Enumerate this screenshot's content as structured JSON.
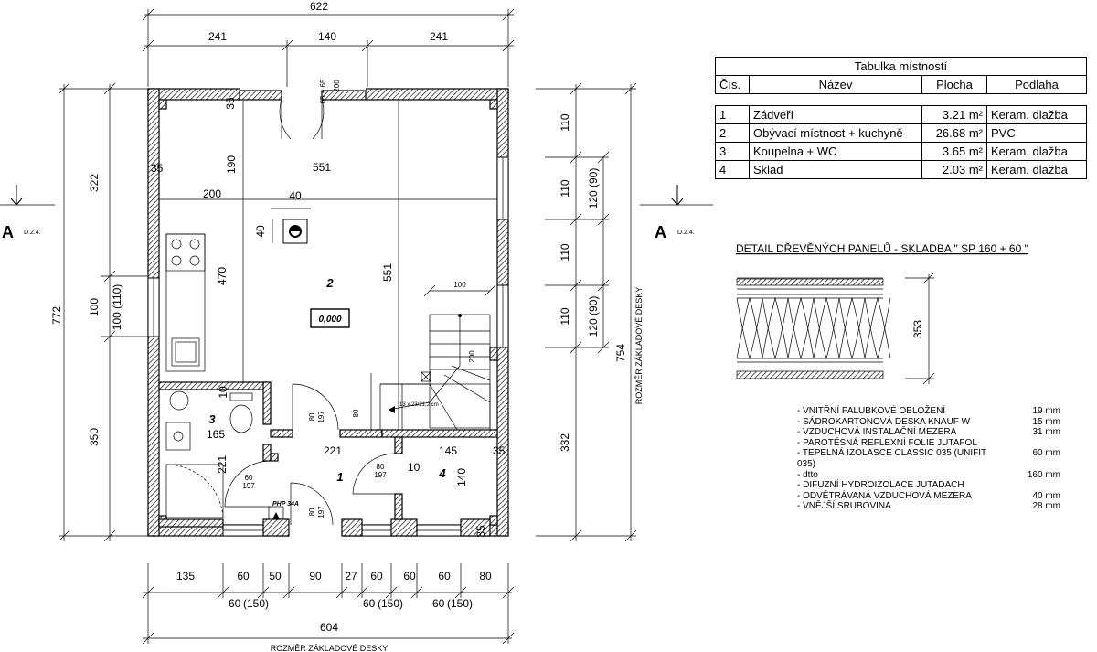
{
  "dims": {
    "top_total": "622",
    "top_a": "241",
    "top_b": "140",
    "top_c": "241",
    "door_top_a": "65 + 65",
    "door_top_b": "200",
    "left_total": "772",
    "left_a": "322",
    "left_b": "100",
    "left_b2": "100 (110)",
    "left_c": "350",
    "right_a": "110",
    "right_b": "110",
    "right_c": "110",
    "right_d": "110",
    "right_w1": "120 (90)",
    "right_w2": "120 (90)",
    "right_e": "332",
    "right_total": "754",
    "bot_1": "135",
    "bot_2": "60",
    "bot_3": "50",
    "bot_4": "90",
    "bot_5": "27",
    "bot_6": "60",
    "bot_7": "60",
    "bot_8": "60",
    "bot_9": "80",
    "bot_w1": "60",
    "bot_w1b": "(150)",
    "bot_w2": "60",
    "bot_w2b": "(150)",
    "bot_w3": "60",
    "bot_w3b": "(150)",
    "bot_total": "604",
    "in_35a": "35",
    "in_35b": "35",
    "in_35c": "35",
    "in_35d": "35",
    "in_190": "190",
    "in_551h": "551",
    "in_200": "200",
    "in_40a": "40",
    "in_40b": "40",
    "in_470": "470",
    "in_551v": "551",
    "in_100": "100",
    "in_200s": "200",
    "in_10a": "10",
    "in_165": "165",
    "in_221a": "221",
    "in_221b": "221",
    "in_145": "145",
    "in_10b": "10",
    "in_140": "140",
    "door_80a": "80",
    "door_197a": "197",
    "door_80b": "80",
    "door_80c": "80",
    "door_197c": "197",
    "door_60": "60",
    "door_197d": "197",
    "door_80e": "80",
    "door_197e": "197",
    "stairs": "13 x 23/21,2 cm",
    "php": "PHP 34A",
    "level": "0,000"
  },
  "rooms_labels": {
    "r1": "1",
    "r2": "2",
    "r3": "3",
    "r4": "4"
  },
  "section": {
    "letter": "A",
    "ref": "D.2.4."
  },
  "side_label": "ROZMĚR ZÁKLADOVÉ DESKY",
  "bottom_label": "ROZMĚR ZÁKLADOVÉ DESKY",
  "room_table": {
    "title": "Tabulka místností",
    "headers": [
      "Čís.",
      "Název",
      "Plocha",
      "Podlaha"
    ],
    "rows": [
      [
        "1",
        "Zádveří",
        "3.21 m²",
        "Keram. dlažba"
      ],
      [
        "2",
        "Obývací místnost + kuchyně",
        "26.68 m²",
        "PVC"
      ],
      [
        "3",
        "Koupelna + WC",
        "3.65 m²",
        "Keram. dlažba"
      ],
      [
        "4",
        "Sklad",
        "2.03 m²",
        "Keram. dlažba"
      ]
    ]
  },
  "detail": {
    "title": "DETAIL DŘEVĚNÝCH PANELŮ - SKLADBA \" SP 160 + 60 \"",
    "thickness": "353",
    "layers": [
      {
        "name": "- VNITŘNÍ PALUBKOVÉ OBLOŽENÍ",
        "value": "19 mm"
      },
      {
        "name": "- SÁDROKARTONOVÁ DESKA KNAUF W",
        "value": "15 mm"
      },
      {
        "name": "- VZDUCHOVÁ INSTALAČNÍ MEZERA",
        "value": "31 mm"
      },
      {
        "name": "- PAROTĚSNÁ REFLEXNÍ FOLIE JUTAFOL",
        "value": ""
      },
      {
        "name": "- TEPELNÁ IZOLASCE CLASSIC 035 (UNIFIT 035)",
        "value": "60 mm"
      },
      {
        "name": "- dtto",
        "value": "160 mm"
      },
      {
        "name": "- DIFUZNÍ HYDROIZOLACE JUTADACH",
        "value": ""
      },
      {
        "name": "- ODVĚTRÁVANÁ VZDUCHOVÁ MEZERA",
        "value": "40 mm"
      },
      {
        "name": "- VNĚJŠÍ SRUBOVINA",
        "value": "28 mm"
      }
    ]
  }
}
